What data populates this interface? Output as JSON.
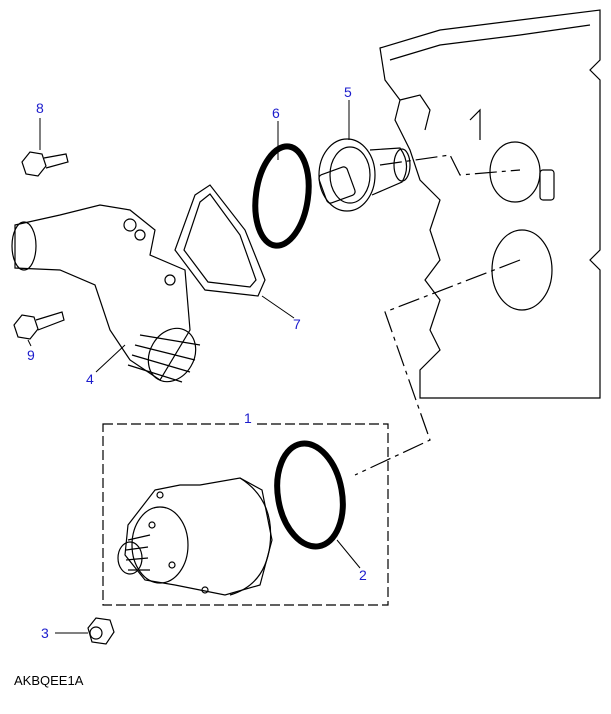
{
  "diagram_code": "AKBQEE1A",
  "callouts": [
    "1",
    "2",
    "3",
    "4",
    "5",
    "6",
    "7",
    "8",
    "9"
  ],
  "colors": {
    "callout": "#1c1ccc",
    "line": "#000000"
  }
}
